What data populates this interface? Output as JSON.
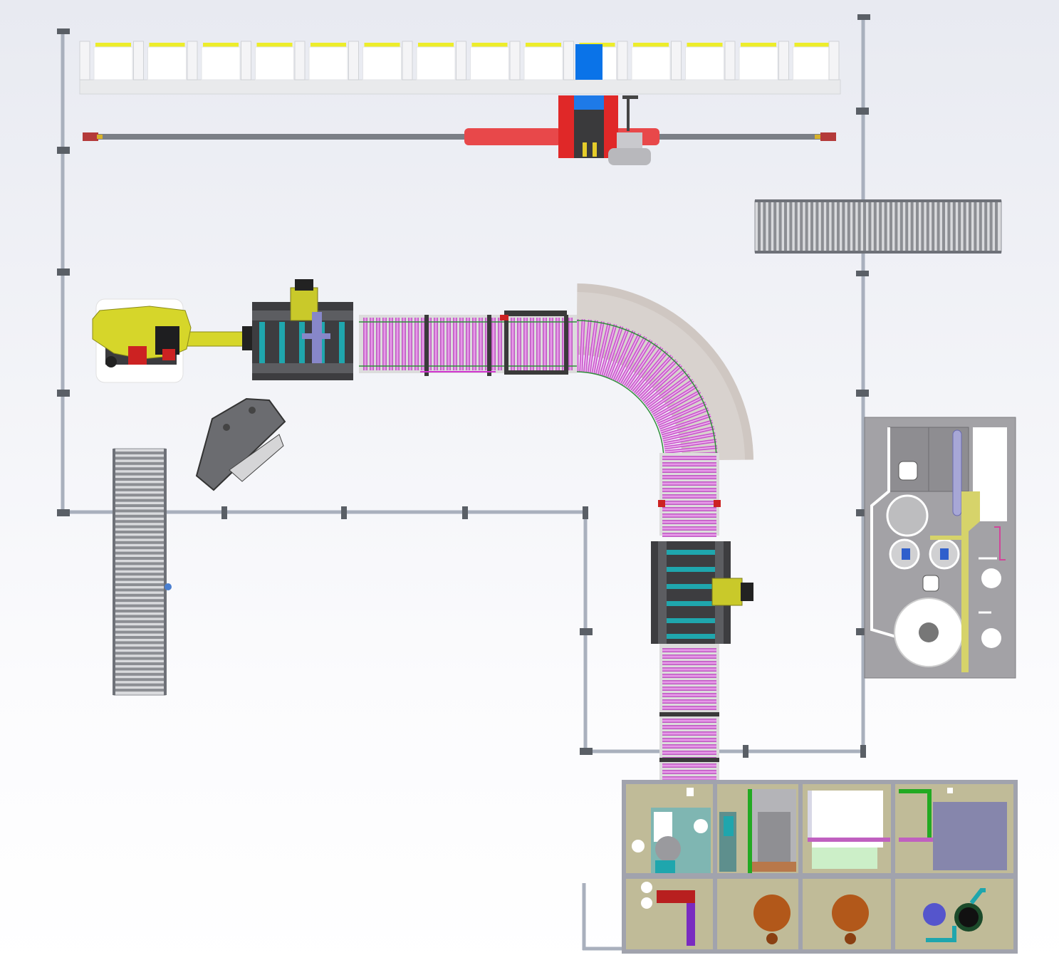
{
  "view": {
    "type": "CAD top-view layout",
    "colors": {
      "background_top": "#e8eaf1",
      "background_bottom": "#ffffff",
      "fence": "#a9b0bd",
      "conveyor_magenta": "#d35fd6",
      "conveyor_gray": "#9a9ca1",
      "robot_yellow": "#d6d62a",
      "gantry_red": "#e02828",
      "highlight_blue": "#0a73e8",
      "cabinet_khaki": "#b4ad92",
      "station_teal": "#1fa6ad",
      "pump_brown": "#b2581a"
    }
  },
  "components": {
    "top_rack": "storage-rack",
    "gantry": "linear-gantry",
    "robot": "industrial-robot",
    "curved_conveyor": "curved-roller-conveyor",
    "side_conveyor_left": "gravity-roller-conveyor",
    "side_conveyor_right": "gravity-roller-conveyor",
    "machine_panel_right": "utility-panel",
    "machine_module_bottom": "machine-module",
    "safety_fence": "safety-fence"
  }
}
